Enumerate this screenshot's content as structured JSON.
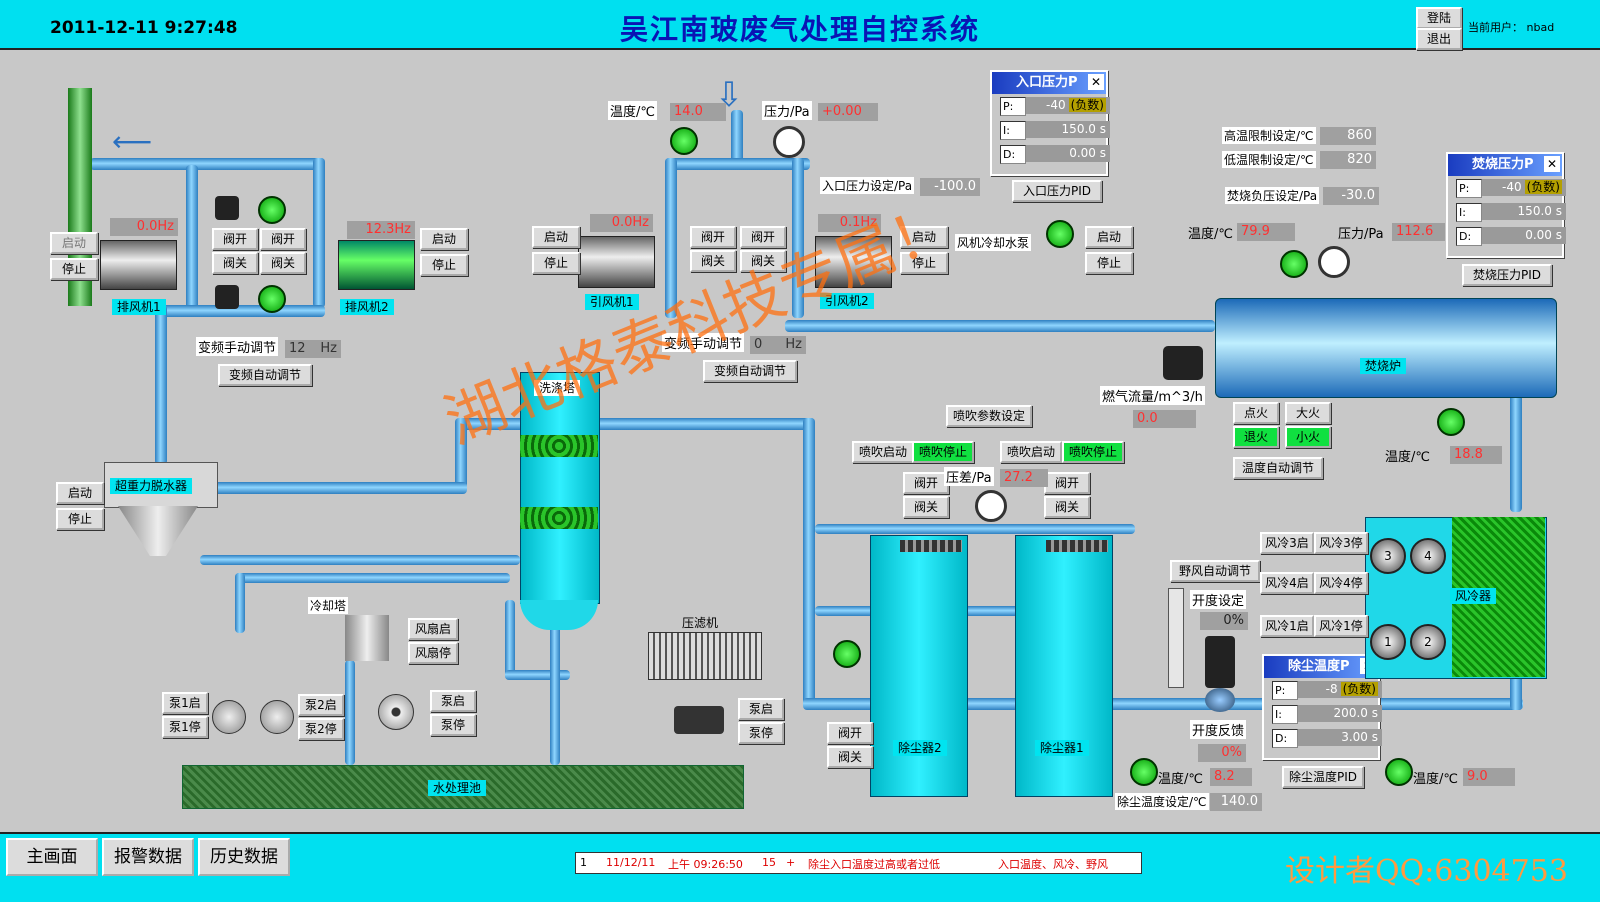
{
  "header": {
    "datetime": "2011-12-11 9:27:48",
    "title": "吴江南玻废气处理自控系统",
    "login": "登陆",
    "logout": "退出",
    "current_user": "当前用户： nbad"
  },
  "exhaust": {
    "fan1_hz": "0.0Hz",
    "fan2_hz": "12.3Hz",
    "start": "启动",
    "stop": "停止",
    "valve_open": "阀开",
    "valve_close": "阀关",
    "fan1_label": "排风机1",
    "fan2_label": "排风机2",
    "manual_freq_label": "变频手动调节",
    "manual_freq_value": "12",
    "manual_freq_unit": "Hz",
    "auto_freq_label": "变频自动调节"
  },
  "induced": {
    "temp_label": "温度/℃",
    "temp_value": "14.0",
    "pressure_label": "压力/Pa",
    "pressure_value": "+0.00",
    "fan1_hz": "0.0Hz",
    "fan2_hz": "0.1Hz",
    "fan1_label": "引风机1",
    "fan2_label": "引风机2",
    "manual_freq_label": "变频手动调节",
    "manual_freq_value": "0",
    "manual_freq_unit": "Hz",
    "auto_freq_label": "变频自动调节",
    "setpoint_label": "入口压力设定/Pa",
    "setpoint_value": "-100.0",
    "pid_btn": "入口压力PID",
    "cooling_pump": "风机冷却水泵"
  },
  "pid_inlet": {
    "title": "入口压力P",
    "p": "-40",
    "neg": "(负数)",
    "i": "150.0",
    "i_unit": "s",
    "d": "0.00",
    "d_unit": "s"
  },
  "furnace": {
    "high_temp_label": "高温限制设定/℃",
    "high_temp": "860",
    "low_temp_label": "低温限制设定/℃",
    "low_temp": "820",
    "neg_pressure_label": "焚烧负压设定/Pa",
    "neg_pressure": "-30.0",
    "temp_label": "温度/℃",
    "temp_value": "79.9",
    "pressure_label": "压力/Pa",
    "pressure_value": "112.6",
    "name": "焚烧炉",
    "gas_flow_label": "燃气流量/m^3/h",
    "gas_flow": "0.0",
    "ignite": "点火",
    "big_fire": "大火",
    "off_fire": "退火",
    "small_fire": "小火",
    "temp_auto": "温度自动调节",
    "temp2_label": "温度/℃",
    "temp2_value": "18.8",
    "pid_btn": "焚烧压力PID"
  },
  "pid_furnace": {
    "title": "焚烧压力P",
    "p": "-40",
    "neg": "(负数)",
    "i": "150.0",
    "i_unit": "s",
    "d": "0.00",
    "d_unit": "s"
  },
  "scrubber": {
    "name": "洗涤塔",
    "dewater": "超重力脱水器",
    "blow_params": "喷吹参数设定",
    "blow_start": "喷吹启动",
    "blow_stop": "喷吹停止",
    "diff_label": "压差/Pa",
    "diff_value": "27.2",
    "dust1": "除尘器1",
    "dust2": "除尘器2"
  },
  "water": {
    "cooling_tower": "冷却塔",
    "fan_start": "风扇启",
    "fan_stop": "风扇停",
    "pump1_start": "泵1启",
    "pump1_stop": "泵1停",
    "pump2_start": "泵2启",
    "pump2_stop": "泵2停",
    "pump_start": "泵启",
    "pump_stop": "泵停",
    "press_filter": "压滤机",
    "pool": "水处理池"
  },
  "wild_air": {
    "auto": "野风自动调节",
    "opening_set_label": "开度设定",
    "opening_set": "0%",
    "feedback_label": "开度反馈",
    "feedback": "0%"
  },
  "dust_temp": {
    "temp_label": "温度/℃",
    "temp_value": "8.2",
    "setpoint_label": "除尘温度设定/℃",
    "setpoint": "140.0",
    "pid_btn": "除尘温度PID",
    "temp2_label": "温度/℃",
    "temp2_value": "9.0"
  },
  "pid_dust": {
    "title": "除尘温度P",
    "p": "-8",
    "neg": "(负数)",
    "i": "200.0",
    "i_unit": "s",
    "d": "3.00",
    "d_unit": "s"
  },
  "air_cooler": {
    "name": "风冷器",
    "f3_start": "风冷3启",
    "f3_stop": "风冷3停",
    "f4_start": "风冷4启",
    "f4_stop": "风冷4停",
    "f1_start": "风冷1启",
    "f1_stop": "风冷1停"
  },
  "nav": {
    "main": "主画面",
    "alarm": "报警数据",
    "history": "历史数据"
  },
  "alarm_row": {
    "idx": "1",
    "date": "11/12/11",
    "time": "上午 09:26:50",
    "code": "15",
    "flag": "+",
    "msg": "除尘入口温度过高或者过低",
    "tags": "入口温度、风冷、野风"
  },
  "watermark": "湖北格泰科技专属！",
  "designer": "设计者QQ:6304753"
}
